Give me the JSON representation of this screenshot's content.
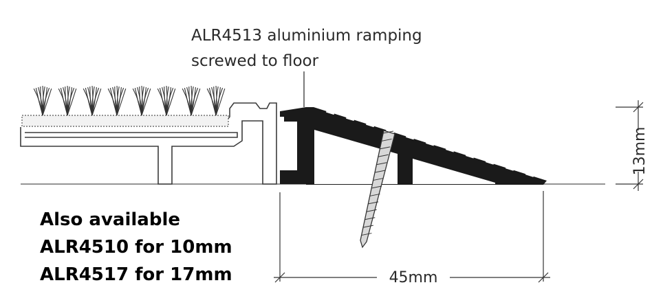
{
  "callout": {
    "line1": "ALR4513 aluminium ramping",
    "line2": "screwed to floor"
  },
  "availability": {
    "heading": "Also available",
    "items": [
      "ALR4510 for 10mm",
      "ALR4517 for 17mm"
    ]
  },
  "dimensions": {
    "width_label": "45mm",
    "height_label": "13mm"
  },
  "colors": {
    "ramp": "#1a1a1a",
    "outline": "#3a3a3a",
    "text": "#2a2a2a"
  }
}
